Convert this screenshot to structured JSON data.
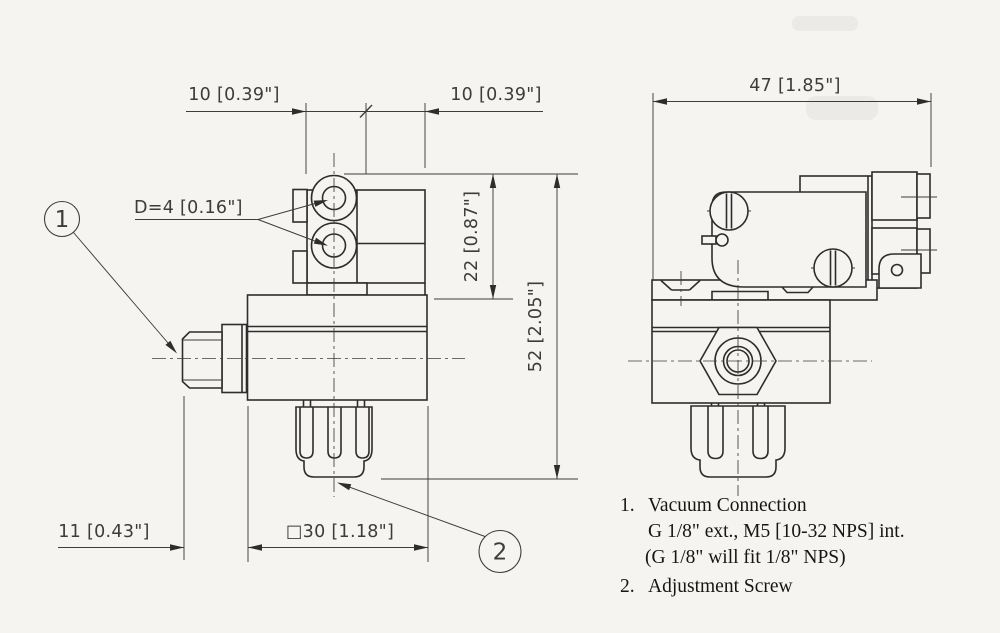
{
  "colors": {
    "line": "#2d2d2d",
    "background": "#f5f4f1",
    "dimension_text": "#3c3c3c"
  },
  "dims": {
    "top_left": "10 [0.39\"]",
    "top_right": "10 [0.39\"]",
    "hole_dia": "D=4 [0.16\"]",
    "upper_height": "22 [0.87\"]",
    "total_height": "52 [2.05\"]",
    "left_offset": "11 [0.43\"]",
    "body_width": "□30 [1.18\"]",
    "side_width": "47 [1.85\"]"
  },
  "balloons": {
    "vacuum_connection": "1",
    "adjustment_screw": "2"
  },
  "notes": {
    "item1_number": "1.",
    "item1_title": "Vacuum Connection",
    "item1_detail1": "G 1/8\" ext., M5 [10-32 NPS] int.",
    "item1_detail2": "(G 1/8\" will fit 1/8\" NPS)",
    "item2_number": "2.",
    "item2_title": "Adjustment Screw"
  }
}
